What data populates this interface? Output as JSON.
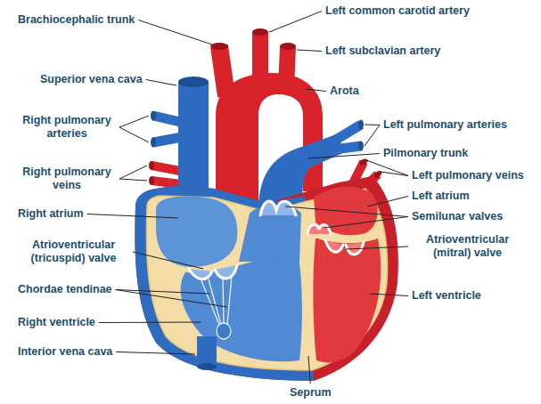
{
  "diagram": {
    "labels": [
      "Brachiocephalic trunk",
      "Left common carotid artery",
      "Left subclavian artery",
      "Superior vena cava",
      "Arota",
      "Right pulmonary arteries",
      "Left pulmonary arteries",
      "Pilmonary trunk",
      "Right pulmonary veins",
      "Left pulmonary veins",
      "Left atrium",
      "Right atrium",
      "Semilunar valves",
      "Atrioventricular (tricuspid) valve",
      "Atrioventricular (mitral) valve",
      "Chordae tendinae",
      "Left ventricle",
      "Right ventricle",
      "Interior vena cava",
      "Seprum"
    ]
  }
}
